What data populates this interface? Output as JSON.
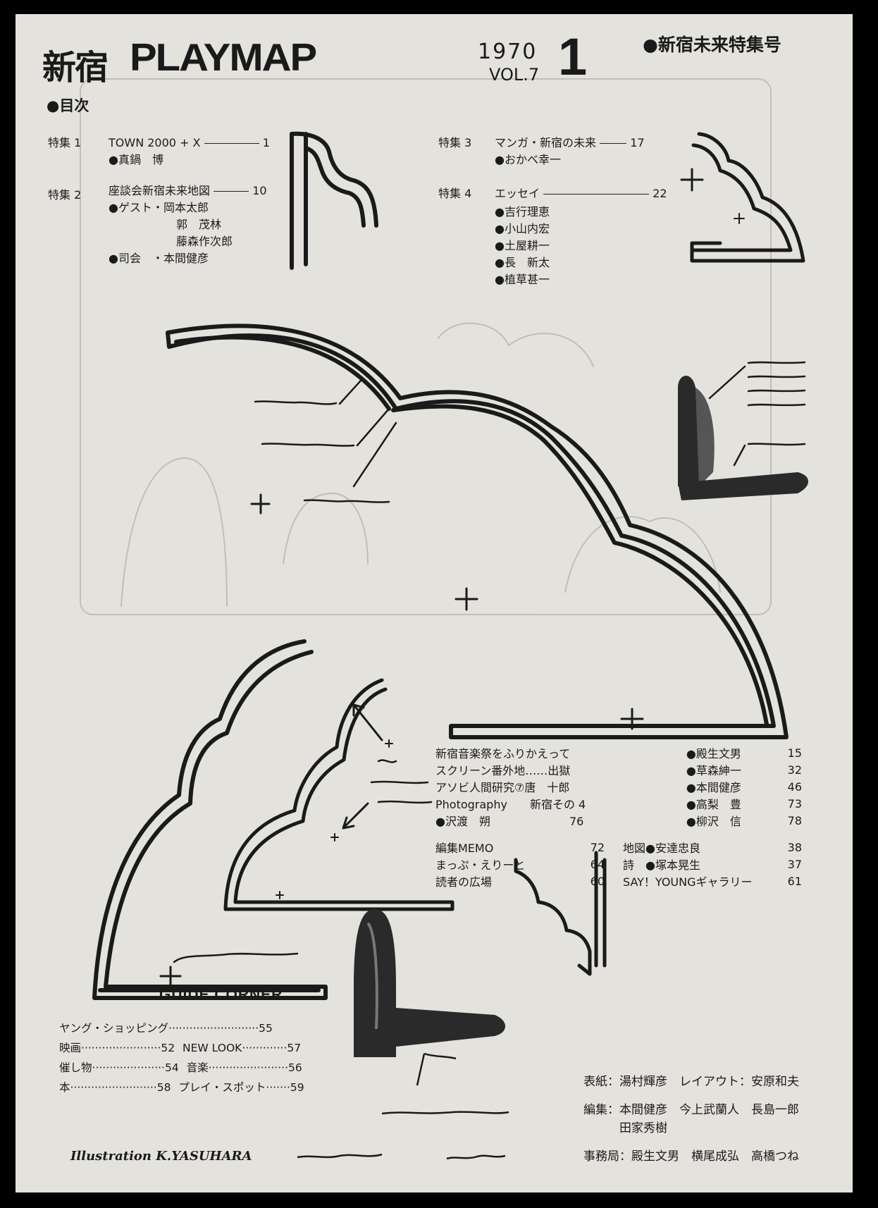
{
  "header": {
    "title_kanji": "新宿",
    "title_latin": "PLAYMAP",
    "year": "1970",
    "vol": "VOL.7",
    "issue_number": "1",
    "special_issue": "●新宿未来特集号",
    "toc_heading": "●目次"
  },
  "features": [
    {
      "label": "特集 1",
      "title": "TOWN 2000 + X",
      "page": "1",
      "people": [
        "●真鍋　博"
      ]
    },
    {
      "label": "特集 2",
      "title": "座談会新宿未来地図",
      "page": "10",
      "people": [
        "●ゲスト・岡本太郎",
        "郭　茂林",
        "藤森作次郎",
        "●司会　・本間健彦"
      ]
    },
    {
      "label": "特集 3",
      "title": "マンガ・新宿の未来",
      "page": "17",
      "people": [
        "●おかべ幸一"
      ]
    },
    {
      "label": "特集 4",
      "title": "エッセイ",
      "page": "22",
      "people": [
        "●吉行理恵",
        "●小山内宏",
        "●土屋耕一",
        "●長　新太",
        "●植草甚一"
      ]
    }
  ],
  "articles": [
    {
      "title": "新宿音楽祭をふりかえって",
      "author": "●殿生文男",
      "page": "15"
    },
    {
      "title": "スクリーン番外地……出獄",
      "author": "●草森紳一",
      "page": "32"
    },
    {
      "title": "アソビ人間研究⑦唐　十郎",
      "author": "●本間健彦",
      "page": "46"
    },
    {
      "title": "Photography　　新宿その 4",
      "author": "●高梨　豊",
      "page": "73"
    },
    {
      "title": "●沢渡　朔　　　　　　　76",
      "author": "●柳沢　信",
      "page": "78"
    }
  ],
  "misc_left": [
    {
      "title": "編集MEMO",
      "page": "72"
    },
    {
      "title": "まっぷ・えりーと",
      "page": "64"
    },
    {
      "title": "読者の広場",
      "page": "60"
    }
  ],
  "misc_right": [
    {
      "title": "地図●安達忠良",
      "page": "38"
    },
    {
      "title": "詩　●塚本晃生",
      "page": "37"
    },
    {
      "title": "SAY！YOUNGギャラリー",
      "page": "61"
    }
  ],
  "guide_corner": {
    "title": "GUIDE CORNER",
    "rows": [
      {
        "a": "ヤング・ショッピング",
        "a_page": "55"
      },
      {
        "a": "映画",
        "a_page": "52",
        "b": "NEW LOOK",
        "b_page": "57"
      },
      {
        "a": "催し物",
        "a_page": "54",
        "b": "音楽",
        "b_page": "56"
      },
      {
        "a": "本",
        "a_page": "58",
        "b": "プレイ・スポット",
        "b_page": "59"
      }
    ]
  },
  "credits": [
    "表紙：湯村輝彦　レイアウト：安原和夫",
    "編集：本間健彦　今上武蘭人　長島一郎",
    "　　　田家秀樹",
    "事務局：殿生文男　横尾成弘　高橋つね"
  ],
  "illustration_credit": "Illustration K.YASUHARA"
}
